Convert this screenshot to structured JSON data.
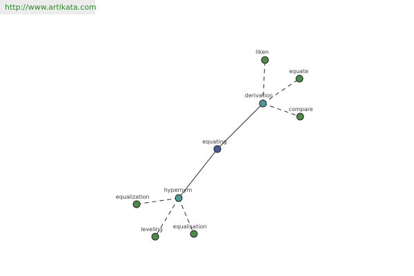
{
  "site_url": "http://www.artikata.com",
  "colors": {
    "center": "#4a5a9a",
    "relation": "#4f9a9a",
    "leaf": "#4e8a4e",
    "url_text": "#2a8a2a"
  },
  "nodes": {
    "center": "equating",
    "relation_top": "derivation",
    "relation_bottom": "hypernym",
    "leaf_liken": "liken",
    "leaf_equate": "equate",
    "leaf_compare": "compare",
    "leaf_equalization": "equalization",
    "leaf_leveling": "leveling",
    "leaf_equalisation": "equalisation"
  }
}
